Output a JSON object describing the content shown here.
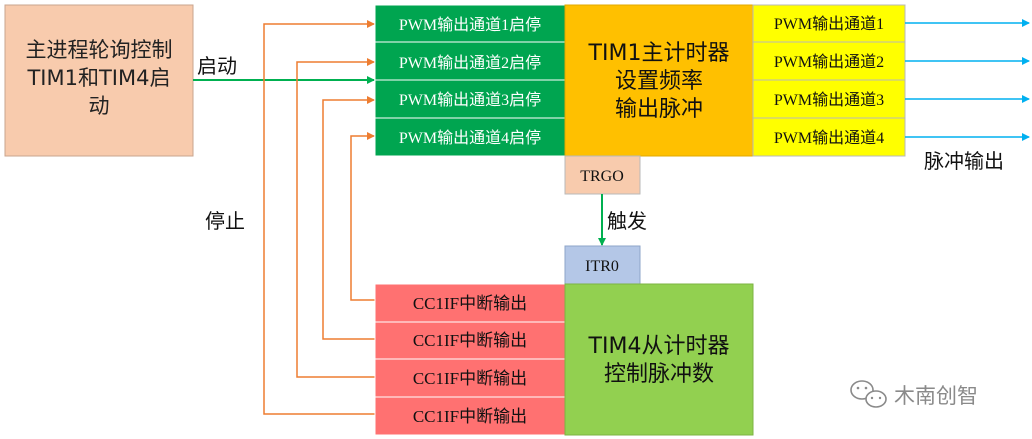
{
  "main_process": {
    "lines": [
      "主进程轮询控制",
      "TIM1和TIM4启",
      "动"
    ]
  },
  "labels": {
    "start": "启动",
    "stop": "停止",
    "trigger": "触发",
    "pulse_output": "脉冲输出"
  },
  "pwm_start_stop": [
    "PWM输出通道1启停",
    "PWM输出通道2启停",
    "PWM输出通道3启停",
    "PWM输出通道4启停"
  ],
  "tim1": {
    "lines": [
      "TIM1主计时器",
      "设置频率",
      "输出脉冲"
    ]
  },
  "pwm_outputs": [
    "PWM输出通道1",
    "PWM输出通道2",
    "PWM输出通道3",
    "PWM输出通道4"
  ],
  "trgo": "TRGO",
  "itr0": "ITR0",
  "cc1if": [
    "CC1IF中断输出",
    "CC1IF中断输出",
    "CC1IF中断输出",
    "CC1IF中断输出"
  ],
  "tim4": {
    "lines": [
      "TIM4从计时器",
      "控制脉冲数"
    ]
  },
  "watermark": "木南创智",
  "colors": {
    "main_process": "#f8cbad",
    "pwm_start_stop": "#00a550",
    "tim1": "#ffc000",
    "pwm_output": "#ffff00",
    "trgo": "#f8cbad",
    "itr0": "#b4c7e7",
    "cc1if": "#ff7171",
    "tim4": "#92d050",
    "start_line": "#00b050",
    "stop_line": "#ed7d31",
    "output_arrow": "#00b0f0",
    "trigger_arrow": "#00b050"
  }
}
